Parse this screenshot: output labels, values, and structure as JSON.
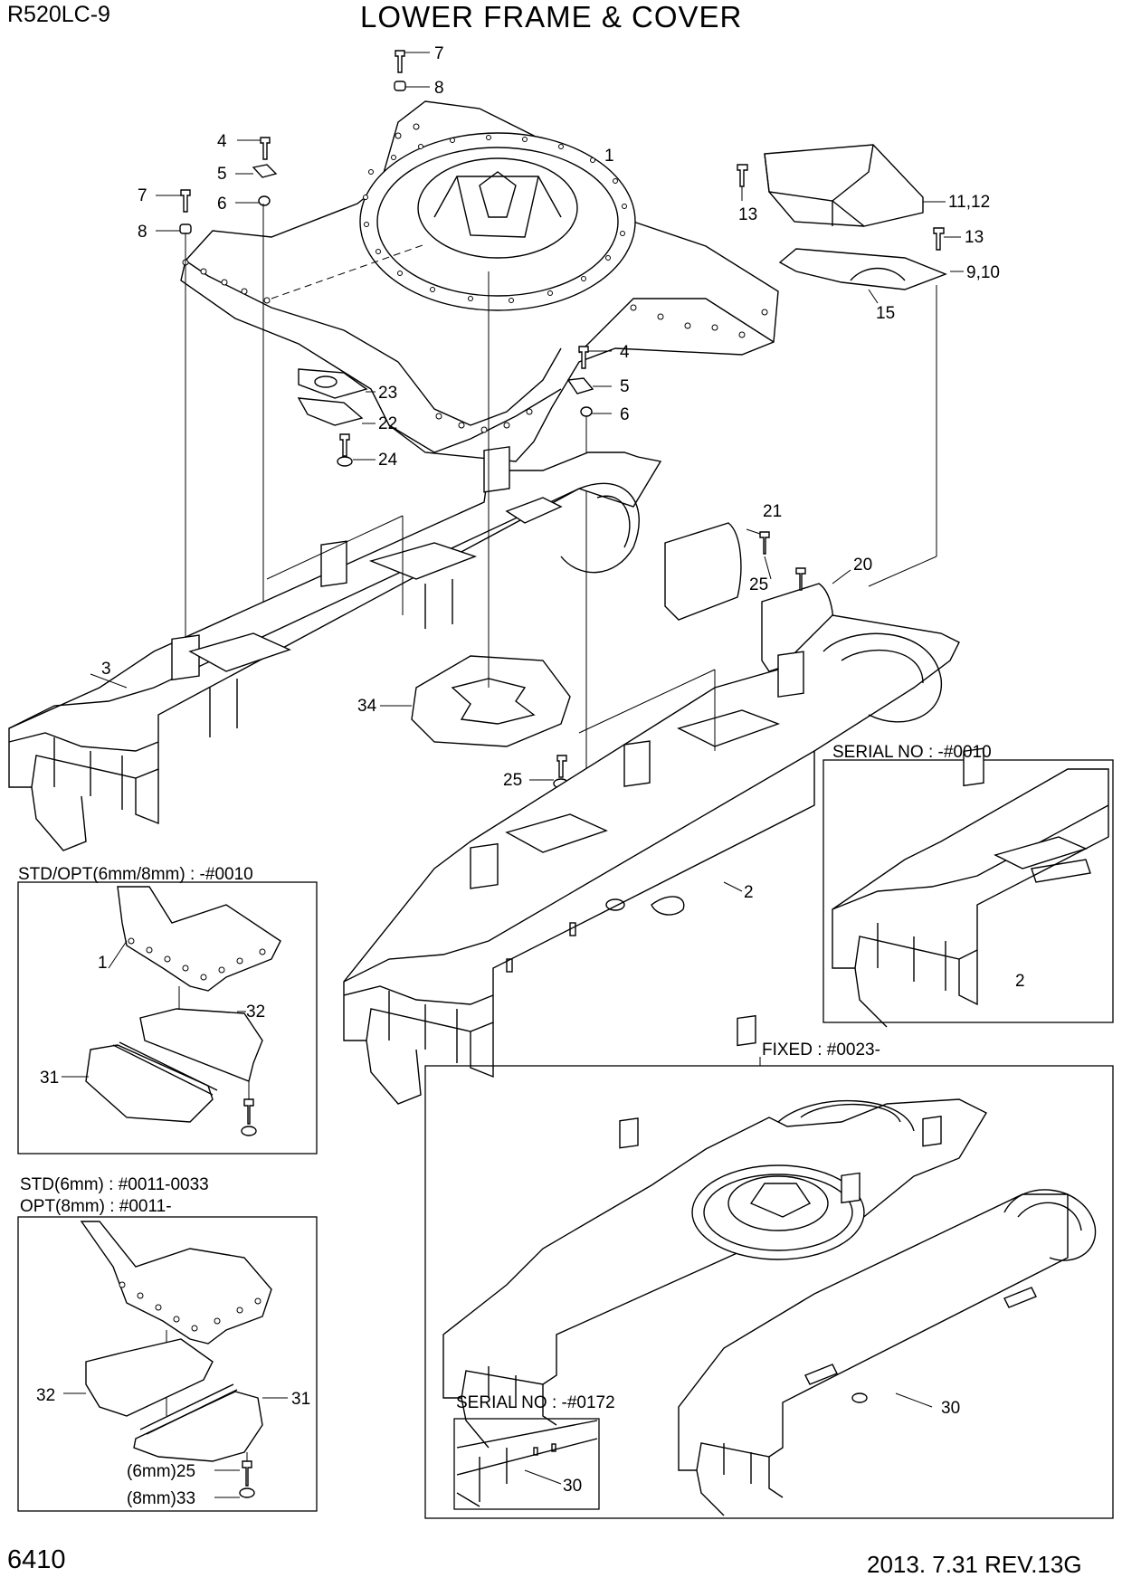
{
  "header": {
    "model": "R520LC-9",
    "title": "LOWER FRAME & COVER"
  },
  "footer": {
    "page": "6410",
    "revision": "2013. 7.31  REV.13G"
  },
  "callouts": {
    "c7a": "7",
    "c8a": "8",
    "c1": "1",
    "c4a": "4",
    "c5a": "5",
    "c6a": "6",
    "c7b": "7",
    "c8b": "8",
    "c13a": "13",
    "c1112": "11,12",
    "c13b": "13",
    "c910": "9,10",
    "c15": "15",
    "c4b": "4",
    "c5b": "5",
    "c6b": "6",
    "c23": "23",
    "c22": "22",
    "c24": "24",
    "c21": "21",
    "c25a": "25",
    "c20": "20",
    "c3": "3",
    "c34": "34",
    "c25b": "25",
    "c2": "2"
  },
  "inset_serial_0010": {
    "label": "SERIAL NO : -#0010",
    "c2": "2"
  },
  "inset_std_opt": {
    "label": "STD/OPT(6mm/8mm) : -#0010",
    "c1": "1",
    "c32": "32",
    "c31": "31"
  },
  "inset_fixed": {
    "label": "FIXED : #0023-",
    "c30": "30"
  },
  "inset_serial_0172": {
    "label": "SERIAL NO : -#0172",
    "c30": "30"
  },
  "inset_std_6mm": {
    "label1": "STD(6mm) : #0011-0033",
    "label2": "OPT(8mm) : #0011-",
    "c32": "32",
    "c31": "31",
    "c25": "(6mm)25",
    "c33": "(8mm)33"
  }
}
